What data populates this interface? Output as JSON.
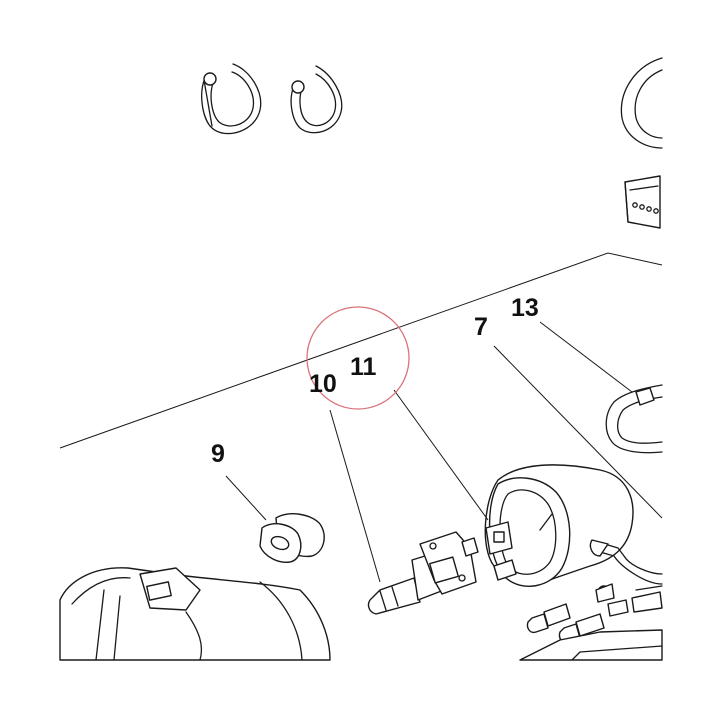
{
  "diagram": {
    "callouts": {
      "c7": "7",
      "c9": "9",
      "c10": "10",
      "c11": "11",
      "c13": "13"
    },
    "highlight_color": "#d9737b",
    "line_color": "#1a1a1a",
    "background": "#ffffff"
  }
}
